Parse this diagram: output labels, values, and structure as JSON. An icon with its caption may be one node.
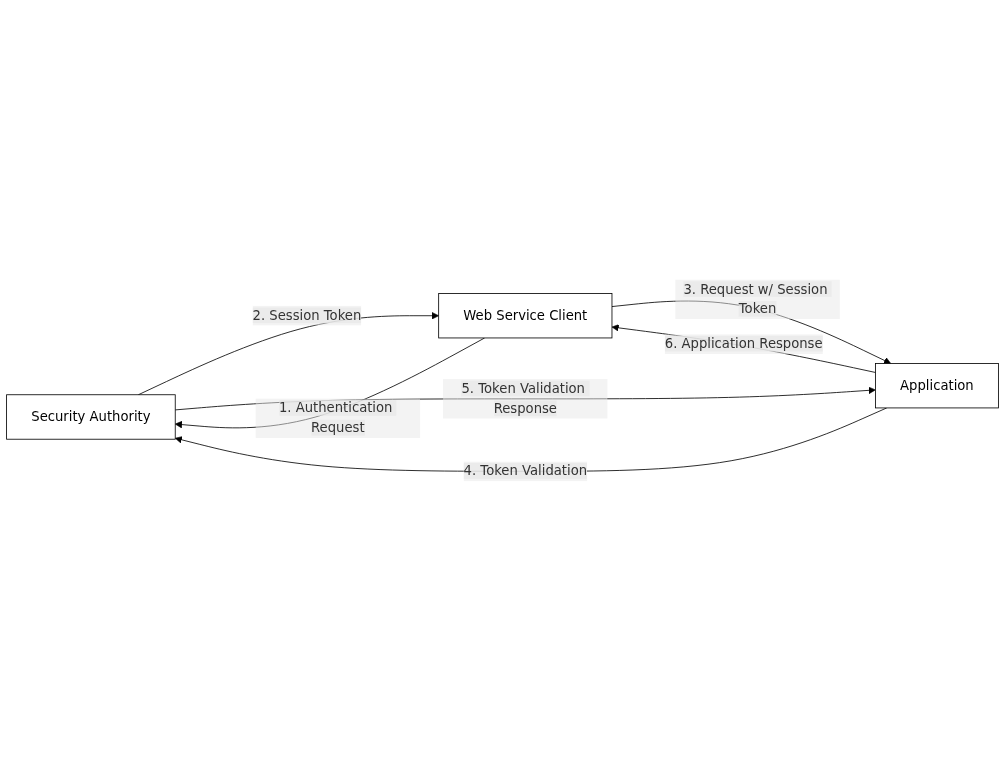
{
  "diagram": {
    "nodes": [
      {
        "text": [
          "Security Authority"
        ]
      },
      {
        "text": [
          "Web Service Client"
        ]
      },
      {
        "text": [
          "Application"
        ]
      }
    ],
    "edges": [
      {
        "from": 1,
        "to": 0,
        "arrow": "to",
        "label": "1. Authentication Request"
      },
      {
        "from": 0,
        "to": 1,
        "arrow": "to",
        "label": "2. Session Token"
      },
      {
        "from": 1,
        "to": 2,
        "arrow": "to",
        "label": "3. Request w/ Session Token"
      },
      {
        "from": 2,
        "to": 0,
        "arrow": "to",
        "label": "4. Token Validation"
      },
      {
        "from": 0,
        "to": 2,
        "arrow": "to",
        "label": "5. Token Validation Response"
      },
      {
        "from": 2,
        "to": 1,
        "arrow": "to",
        "label": "6. Application Response"
      }
    ]
  }
}
